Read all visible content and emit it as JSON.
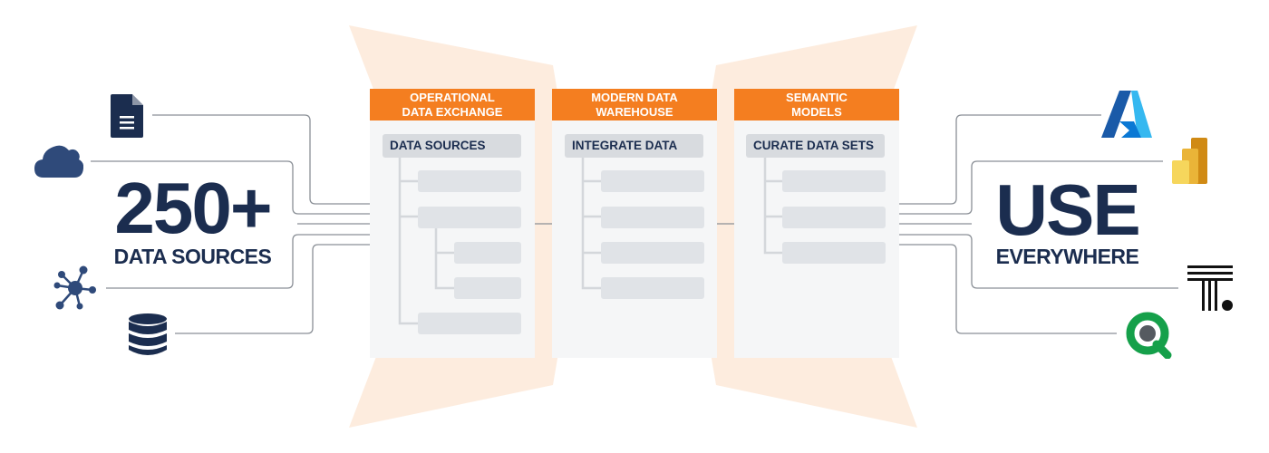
{
  "left": {
    "count": "250+",
    "subtitle": "DATA SOURCES",
    "icons": [
      "document-icon",
      "cloud-icon",
      "network-icon",
      "database-icon"
    ]
  },
  "right": {
    "title": "USE",
    "subtitle": "EVERYWHERE",
    "icons": [
      "azure-icon",
      "power-bi-icon",
      "tableau-icon",
      "qlik-icon"
    ]
  },
  "panels": [
    {
      "header": "OPERATIONAL\nDATA EXCHANGE",
      "label": "DATA SOURCES"
    },
    {
      "header": "MODERN DATA\nWAREHOUSE",
      "label": "INTEGRATE DATA"
    },
    {
      "header": "SEMANTIC\nMODELS",
      "label": "CURATE DATA SETS"
    }
  ],
  "colors": {
    "accent": "#f47e20",
    "navy": "#1b2d4f",
    "panel": "#f5f6f7",
    "bar": "#e0e3e7"
  }
}
